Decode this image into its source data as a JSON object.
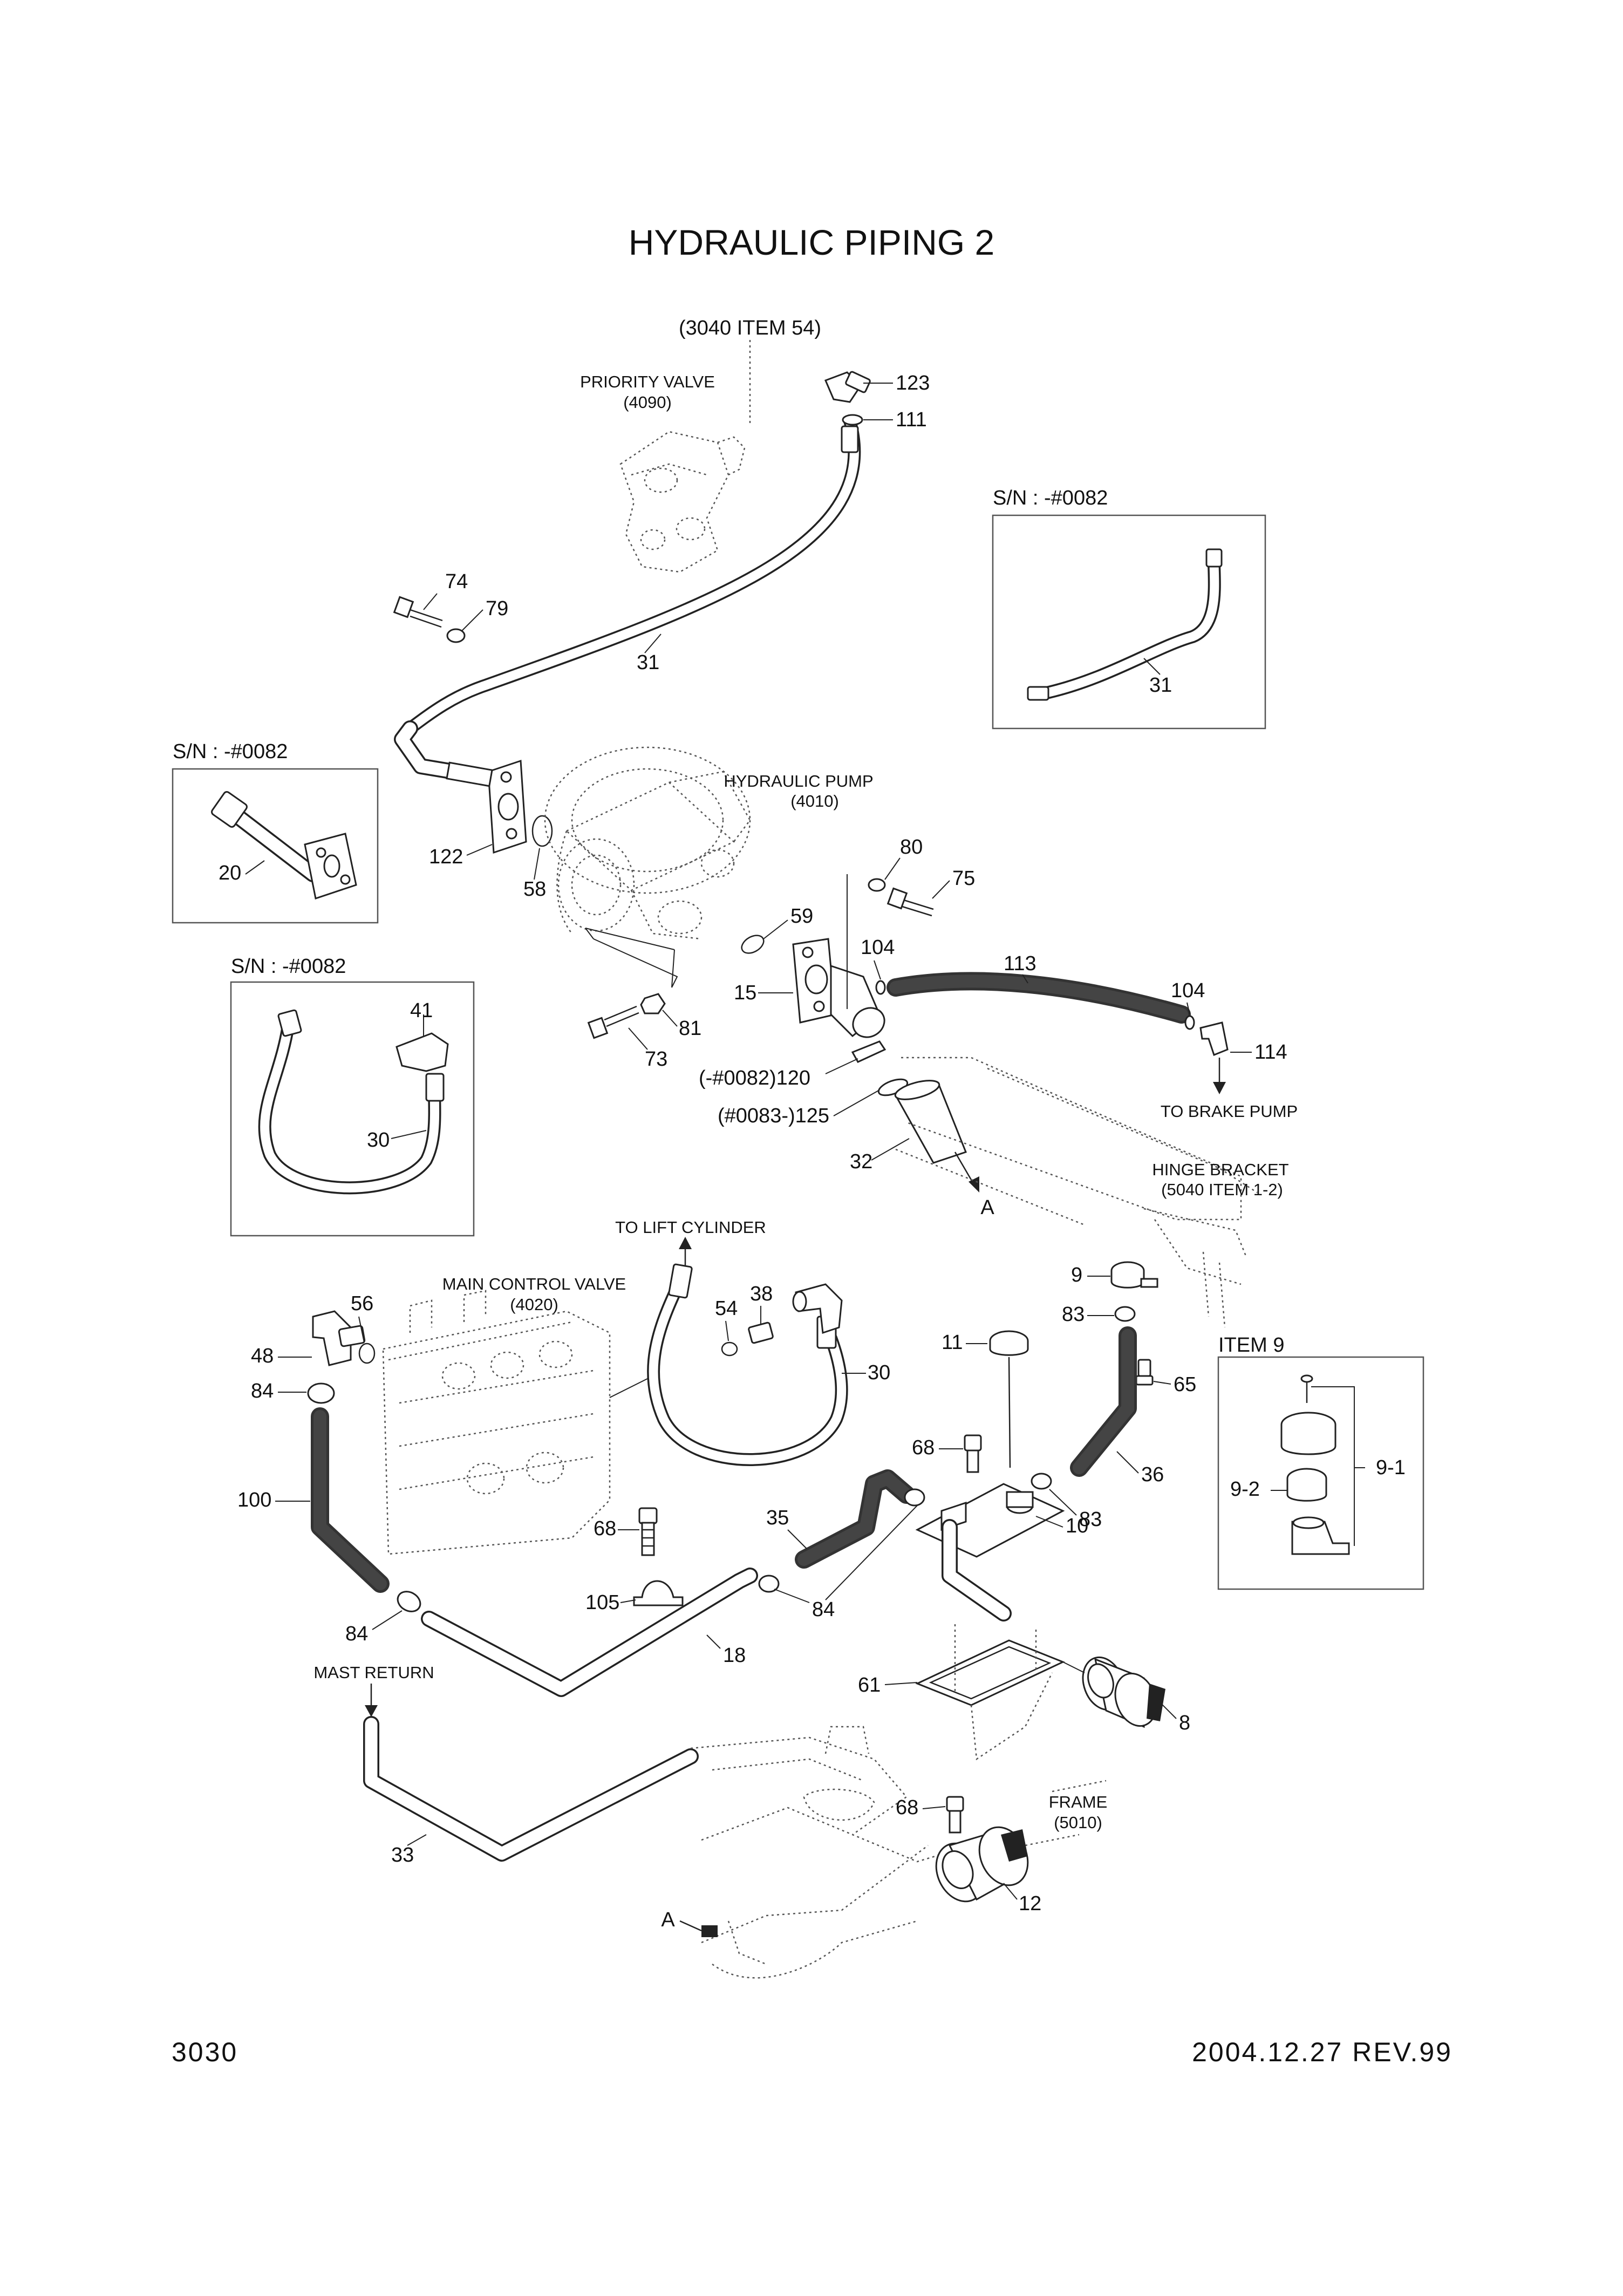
{
  "title": "HYDRAULIC PIPING 2",
  "footer": {
    "page_number": "3030",
    "revision": "2004.12.27 REV.99"
  },
  "callouts": {
    "ref_3040_item54": "(3040 ITEM 54)",
    "priority_valve": "PRIORITY VALVE",
    "priority_valve_ref": "(4090)",
    "hydraulic_pump": "HYDRAULIC PUMP",
    "hydraulic_pump_ref": "(4010)",
    "to_brake_pump": "TO BRAKE PUMP",
    "hinge_bracket": "HINGE BRACKET",
    "hinge_bracket_ref": "(5040 ITEM 1-2)",
    "to_lift_cylinder": "TO LIFT CYLINDER",
    "main_control_valve": "MAIN CONTROL VALVE",
    "main_control_valve_ref": "(4020)",
    "mast_return": "MAST RETURN",
    "frame": "FRAME",
    "frame_ref": "(5010)",
    "item9": "ITEM 9",
    "sn_box_31": "S/N : -#0082",
    "sn_box_20": "S/N : -#0082",
    "sn_box_30": "S/N : -#0082",
    "arrow_a1": "A",
    "arrow_a2": "A"
  },
  "part_numbers": {
    "p123": "123",
    "p111": "111",
    "p74": "74",
    "p79": "79",
    "p31": "31",
    "p31b": "31",
    "p20": "20",
    "p122": "122",
    "p58": "58",
    "p80": "80",
    "p75": "75",
    "p59": "59",
    "p104a": "104",
    "p113": "113",
    "p104b": "104",
    "p15": "15",
    "p114": "114",
    "p41": "41",
    "p30b": "30",
    "p81": "81",
    "p73": "73",
    "p120": "(-#0082)120",
    "p125": "(#0083-)125",
    "p32": "32",
    "p9": "9",
    "p83a": "83",
    "p65": "65",
    "p56": "56",
    "p38": "38",
    "p54": "54",
    "p48": "48",
    "p84a": "84",
    "p30": "30",
    "p11": "11",
    "p68a": "68",
    "p36": "36",
    "p83b": "83",
    "p9_1": "9-1",
    "p9_2": "9-2",
    "p100": "100",
    "p68b": "68",
    "p35": "35",
    "p10": "10",
    "p105": "105",
    "p84b": "84",
    "p84c": "84",
    "p18": "18",
    "p61": "61",
    "p8": "8",
    "p33": "33",
    "p68c": "68",
    "p12": "12"
  }
}
